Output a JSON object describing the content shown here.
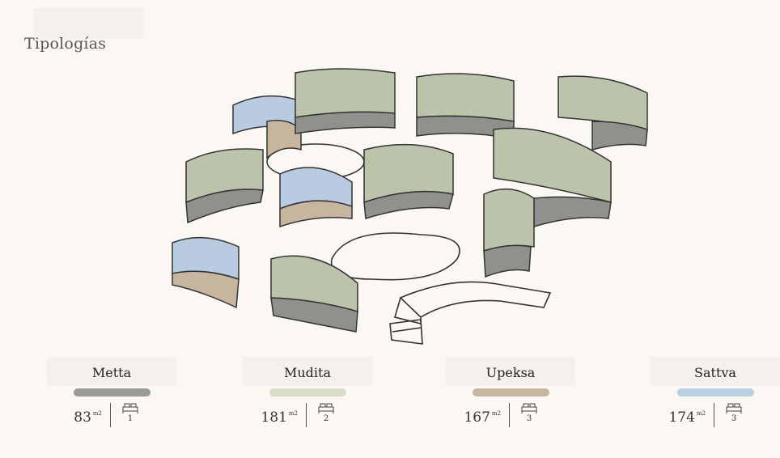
{
  "page": {
    "title": "Tipologías"
  },
  "colors": {
    "metta": "#9a9a97",
    "mudita": "#d9dcc9",
    "upeksa": "#c7b5a0",
    "sattva": "#b9d0e0",
    "building_green": "#bcc3ab",
    "building_blue": "#b9cbe0"
  },
  "legend": [
    {
      "name": "Metta",
      "area": "83",
      "unit": "m2",
      "bedrooms": "1",
      "color": "#9a9a97"
    },
    {
      "name": "Mudita",
      "area": "181",
      "unit": "m2",
      "bedrooms": "2",
      "color": "#d9dcc9"
    },
    {
      "name": "Upeksa",
      "area": "167",
      "unit": "m2",
      "bedrooms": "3",
      "color": "#c7b5a0"
    },
    {
      "name": "Sattva",
      "area": "174",
      "unit": "m2",
      "bedrooms": "3",
      "color": "#b9d0e0"
    }
  ]
}
